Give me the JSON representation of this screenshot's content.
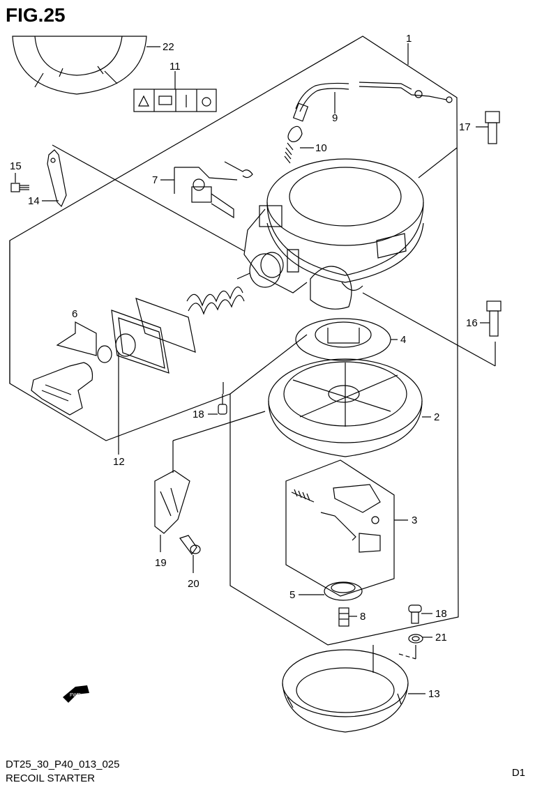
{
  "figure": {
    "title": "FIG.25",
    "drawing_code": "DT25_30_P40_013_025",
    "caption": "RECOIL STARTER",
    "page_marker": "D1"
  },
  "callouts": {
    "c1": "1",
    "c2": "2",
    "c3": "3",
    "c4": "4",
    "c5": "5",
    "c6": "6",
    "c7": "7",
    "c8": "8",
    "c9": "9",
    "c10": "10",
    "c11": "11",
    "c12": "12",
    "c13": "13",
    "c14": "14",
    "c15": "15",
    "c16": "16",
    "c17": "17",
    "c18a": "18",
    "c18b": "18",
    "c19": "19",
    "c20": "20",
    "c21": "21",
    "c22": "22"
  },
  "fwd_arrow_label": "FWD",
  "line_color": "#000000",
  "background": "#ffffff"
}
